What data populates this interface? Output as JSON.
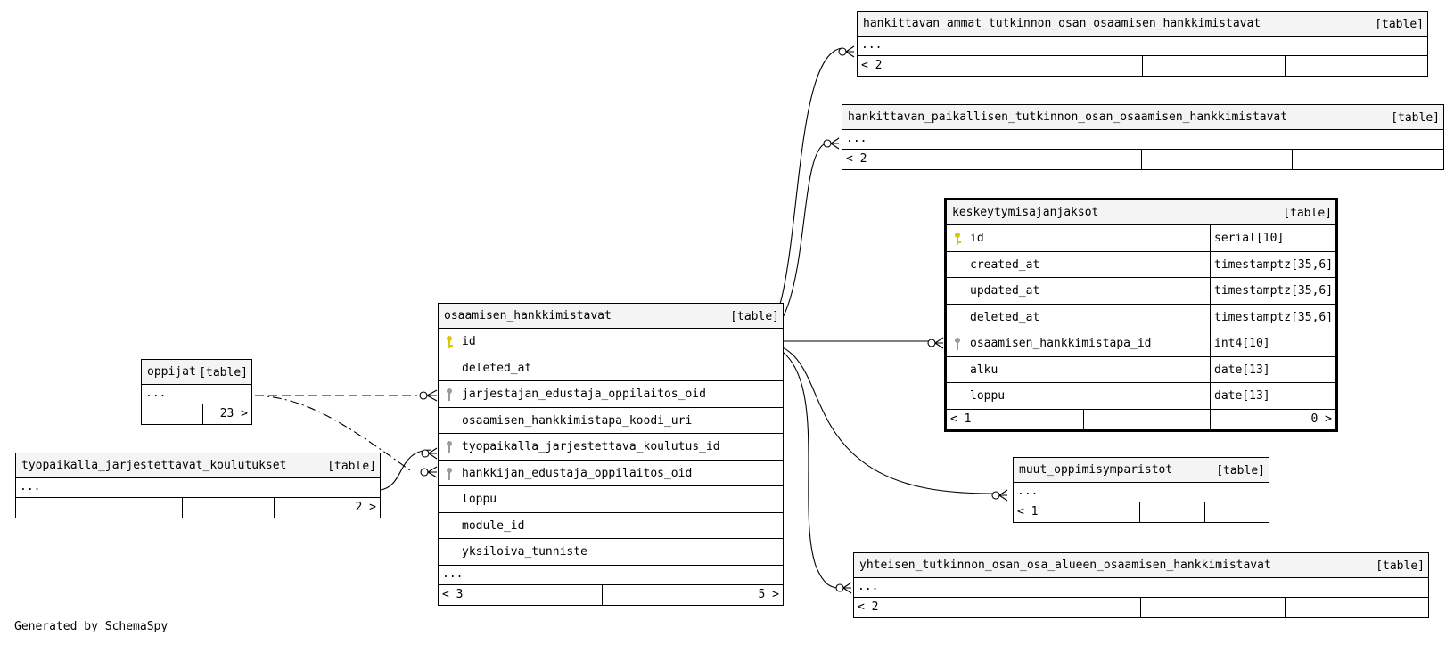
{
  "kind_label": "[table]",
  "ellipsis": "...",
  "colors": {
    "primary_key": "#d8c800",
    "foreign_key": "#9a9a9a",
    "header_bg": "#f4f4f4"
  },
  "tables": {
    "hankittavan_ammat": {
      "name": "hankittavan_ammat_tutkinnon_osan_osaamisen_hankkimistavat",
      "left": "< 2",
      "right": ""
    },
    "hankittavan_paikallisen": {
      "name": "hankittavan_paikallisen_tutkinnon_osan_osaamisen_hankkimistavat",
      "left": "< 2",
      "right": ""
    },
    "keskeytymisajanjaksot": {
      "name": "keskeytymisajanjaksot",
      "rows": [
        {
          "col": "id",
          "type": "serial[10]"
        },
        {
          "col": "created_at",
          "type": "timestamptz[35,6]"
        },
        {
          "col": "updated_at",
          "type": "timestamptz[35,6]"
        },
        {
          "col": "deleted_at",
          "type": "timestamptz[35,6]"
        },
        {
          "col": "osaamisen_hankkimistapa_id",
          "type": "int4[10]"
        },
        {
          "col": "alku",
          "type": "date[13]"
        },
        {
          "col": "loppu",
          "type": "date[13]"
        }
      ],
      "left": "< 1",
      "right": "0 >"
    },
    "osaamisen_hankkimistavat": {
      "name": "osaamisen_hankkimistavat",
      "rows": [
        {
          "col": "id"
        },
        {
          "col": "deleted_at"
        },
        {
          "col": "jarjestajan_edustaja_oppilaitos_oid"
        },
        {
          "col": "osaamisen_hankkimistapa_koodi_uri"
        },
        {
          "col": "tyopaikalla_jarjestettava_koulutus_id"
        },
        {
          "col": "hankkijan_edustaja_oppilaitos_oid"
        },
        {
          "col": "loppu"
        },
        {
          "col": "module_id"
        },
        {
          "col": "yksiloiva_tunniste"
        }
      ],
      "left": "< 3",
      "right": "5 >"
    },
    "oppijat": {
      "name": "oppijat",
      "left": "",
      "right": "23 >"
    },
    "tyopaikalla": {
      "name": "tyopaikalla_jarjestettavat_koulutukset",
      "left": "",
      "right": "2 >"
    },
    "muut": {
      "name": "muut_oppimisymparistot",
      "left": "< 1",
      "right": ""
    },
    "yhteisen": {
      "name": "yhteisen_tutkinnon_osan_osa_alueen_osaamisen_hankkimistavat",
      "left": "< 2",
      "right": ""
    }
  },
  "footer": "Generated by SchemaSpy"
}
